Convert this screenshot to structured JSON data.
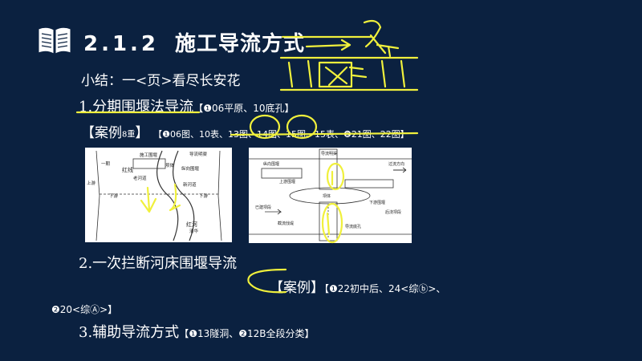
{
  "header": {
    "section_number": "2.1.2",
    "title": "施工导流方式"
  },
  "summary": "小结：一<页>看尽长安花",
  "items": {
    "item1_label": "1.分期围堰法导流",
    "item1_note": "【❶06平原、10底孔】",
    "case_label": "【案例",
    "case_sub": "8重",
    "case_close": "】",
    "case_note": "【❶06图、10表、13图、14图、15图、15表、❷21图、22图】",
    "item2_label": "2.一次拦断河床围堰导流",
    "case2_label": "【案例】",
    "case2_note_a": "【❶22初中后、24<综ⓑ>、",
    "case2_note_b": "❷20<综Ⓐ>】",
    "item3_label": "3.辅助导流方式",
    "item3_note": "【❶13隧洞、❷12B全段分类】"
  },
  "diagram_left": {
    "labels": [
      "导流明渠",
      "施工围堰",
      "一期",
      "坝体",
      "红线",
      "老河道",
      "新河道",
      "纵向围堰",
      "上游",
      "下游",
      "红河",
      "清华",
      "下游"
    ]
  },
  "diagram_right": {
    "labels": [
      "导流明渠",
      "纵向围堰",
      "上游围堰",
      "下游围堰",
      "过流方向",
      "坝体",
      "已建坝段",
      "后浇坝段",
      "截流戗堤",
      "导流底孔"
    ]
  },
  "colors": {
    "background": "#0b2140",
    "text": "#ffffff",
    "highlight": "#f0f03c"
  }
}
